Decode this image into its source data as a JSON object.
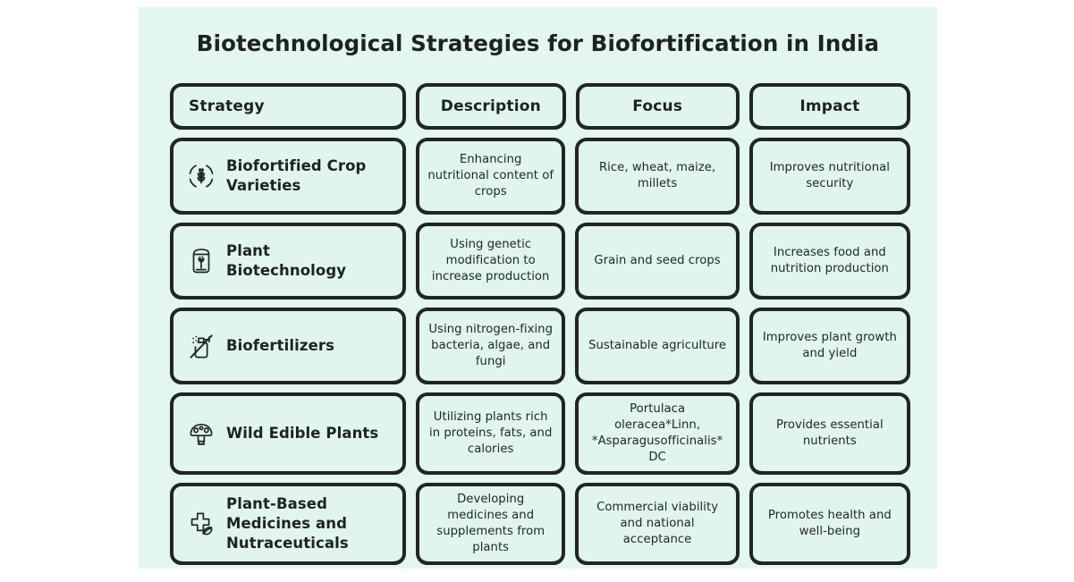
{
  "page": {
    "title": "Biotechnological Strategies for Biofortification in India",
    "canvas_color": "#e3f6ef",
    "card_fill": "#e0f5ef",
    "ink_color": "#202623",
    "outer_background": "#ffffff"
  },
  "table": {
    "columns": [
      {
        "key": "strategy",
        "label": "Strategy"
      },
      {
        "key": "description",
        "label": "Description"
      },
      {
        "key": "focus",
        "label": "Focus"
      },
      {
        "key": "impact",
        "label": "Impact"
      }
    ],
    "rows": [
      {
        "icon": "wheat-grain-circle-icon",
        "strategy": "Biofortified Crop Varieties",
        "description": "Enhancing nutritional content of crops",
        "focus": "Rice, wheat, maize, millets",
        "impact": "Improves nutritional security"
      },
      {
        "icon": "seed-jar-sprout-icon",
        "strategy": "Plant Biotechnology",
        "description": "Using genetic modification to increase production",
        "focus": "Grain and seed crops",
        "impact": "Increases food and nutrition production"
      },
      {
        "icon": "spray-bottle-no-chemicals-icon",
        "strategy": "Biofertilizers",
        "description": "Using nitrogen-fixing bacteria, algae, and fungi",
        "focus": "Sustainable agriculture",
        "impact": "Improves plant growth and yield"
      },
      {
        "icon": "mushroom-icon",
        "strategy": "Wild Edible Plants",
        "description": "Utilizing plants rich in proteins, fats, and calories",
        "focus": "Portulaca oleracea*Linn, *Asparagusofficinalis* DC",
        "impact": "Provides essential nutrients"
      },
      {
        "icon": "medical-cross-leaf-icon",
        "strategy": "Plant-Based Medicines and Nutraceuticals",
        "description": "Developing medicines and supplements from plants",
        "focus": "Commercial viability and national acceptance",
        "impact": "Promotes health and well-being"
      }
    ]
  }
}
